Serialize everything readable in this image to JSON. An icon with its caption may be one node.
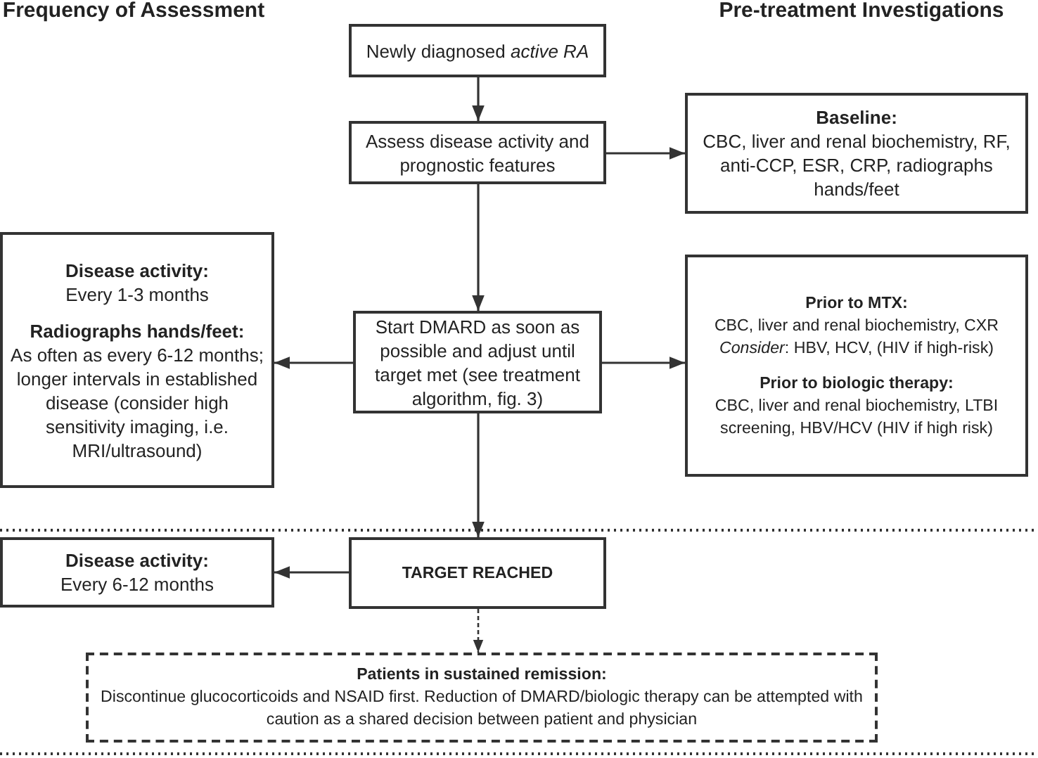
{
  "diagram": {
    "nodes": [
      {
        "text": [
          "Newly diagnosed *active RA*"
        ]
      },
      {
        "text": [
          "Assess disease activity and prognostic features"
        ]
      },
      {
        "text": [
          "Baseline:",
          "CBC, liver and renal biochemistry, RF, anti-CCP, ESR, CRP, radiographs hands/feet"
        ]
      },
      {
        "text": [
          "Disease activity:",
          "Every 1-3 months",
          "Radiographs hands/feet:",
          "As often as every 6-12 months; longer intervals in established disease (consider high sensitivity imaging, i.e. MRI/ultrasound)"
        ]
      },
      {
        "text": [
          "Start DMARD as soon as possible and adjust until target met (see treatment algorithm, fig. 3)"
        ]
      },
      {
        "text": [
          "Prior to MTX:",
          "CBC, liver and renal biochemistry, CXR",
          "*Consider*: HBV, HCV, (HIV if high-risk)",
          "Prior to biologic therapy:",
          "CBC, liver and renal biochemistry, LTBI screening, HBV/HCV (HIV if high risk)"
        ]
      },
      {
        "text": [
          "Disease activity:",
          "Every 6-12 months"
        ]
      },
      {
        "text": [
          "TARGET REACHED"
        ]
      },
      {
        "text": [
          "Patients in sustained remission:",
          "Discontinue glucocorticoids and NSAID first. Reduction of DMARD/biologic therapy can be attempted with caution as a shared decision between patient and physician"
        ]
      }
    ],
    "edges": [
      {
        "from": 0,
        "to": 1,
        "arrow": "to"
      },
      {
        "from": 1,
        "to": 2,
        "arrow": "to"
      },
      {
        "from": 1,
        "to": 4,
        "arrow": "to"
      },
      {
        "from": 4,
        "to": 3,
        "arrow": "to"
      },
      {
        "from": 4,
        "to": 5,
        "arrow": "to"
      },
      {
        "from": 4,
        "to": 7,
        "arrow": "to"
      },
      {
        "from": 7,
        "to": 6,
        "arrow": "to"
      },
      {
        "from": 7,
        "to": 8,
        "arrow": "to",
        "style": "dashed"
      }
    ],
    "labels": [
      "Frequency of Assessment",
      "Pre-treatment Investigations"
    ]
  }
}
